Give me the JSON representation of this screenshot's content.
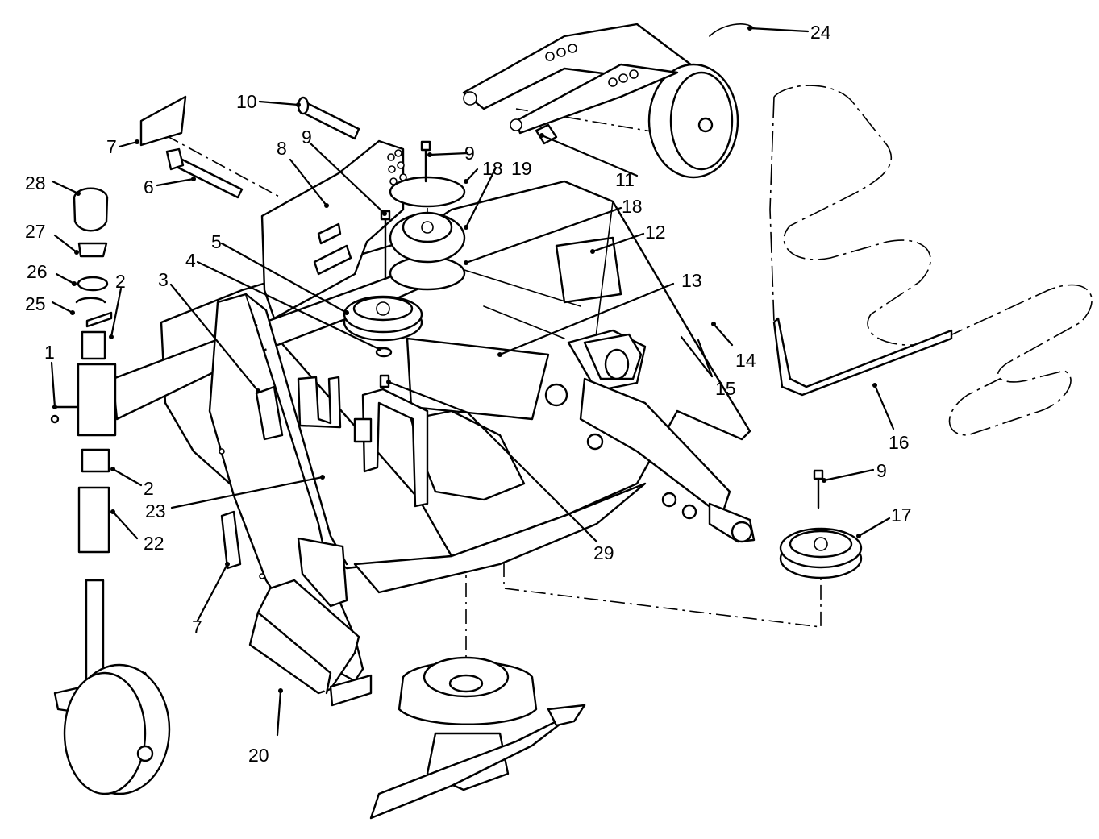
{
  "callouts": [
    {
      "label": "1"
    },
    {
      "label": "2"
    },
    {
      "label": "2"
    },
    {
      "label": "3"
    },
    {
      "label": "4"
    },
    {
      "label": "5"
    },
    {
      "label": "6"
    },
    {
      "label": "7"
    },
    {
      "label": "7"
    },
    {
      "label": "8"
    },
    {
      "label": "9"
    },
    {
      "label": "9"
    },
    {
      "label": "9"
    },
    {
      "label": "10"
    },
    {
      "label": "11"
    },
    {
      "label": "12"
    },
    {
      "label": "13"
    },
    {
      "label": "14"
    },
    {
      "label": "15"
    },
    {
      "label": "16"
    },
    {
      "label": "17"
    },
    {
      "label": "18"
    },
    {
      "label": "18"
    },
    {
      "label": "19"
    },
    {
      "label": "20"
    },
    {
      "label": "22"
    },
    {
      "label": "23"
    },
    {
      "label": "24"
    },
    {
      "label": "25"
    },
    {
      "label": "26"
    },
    {
      "label": "27"
    },
    {
      "label": "28"
    },
    {
      "label": "29"
    }
  ]
}
